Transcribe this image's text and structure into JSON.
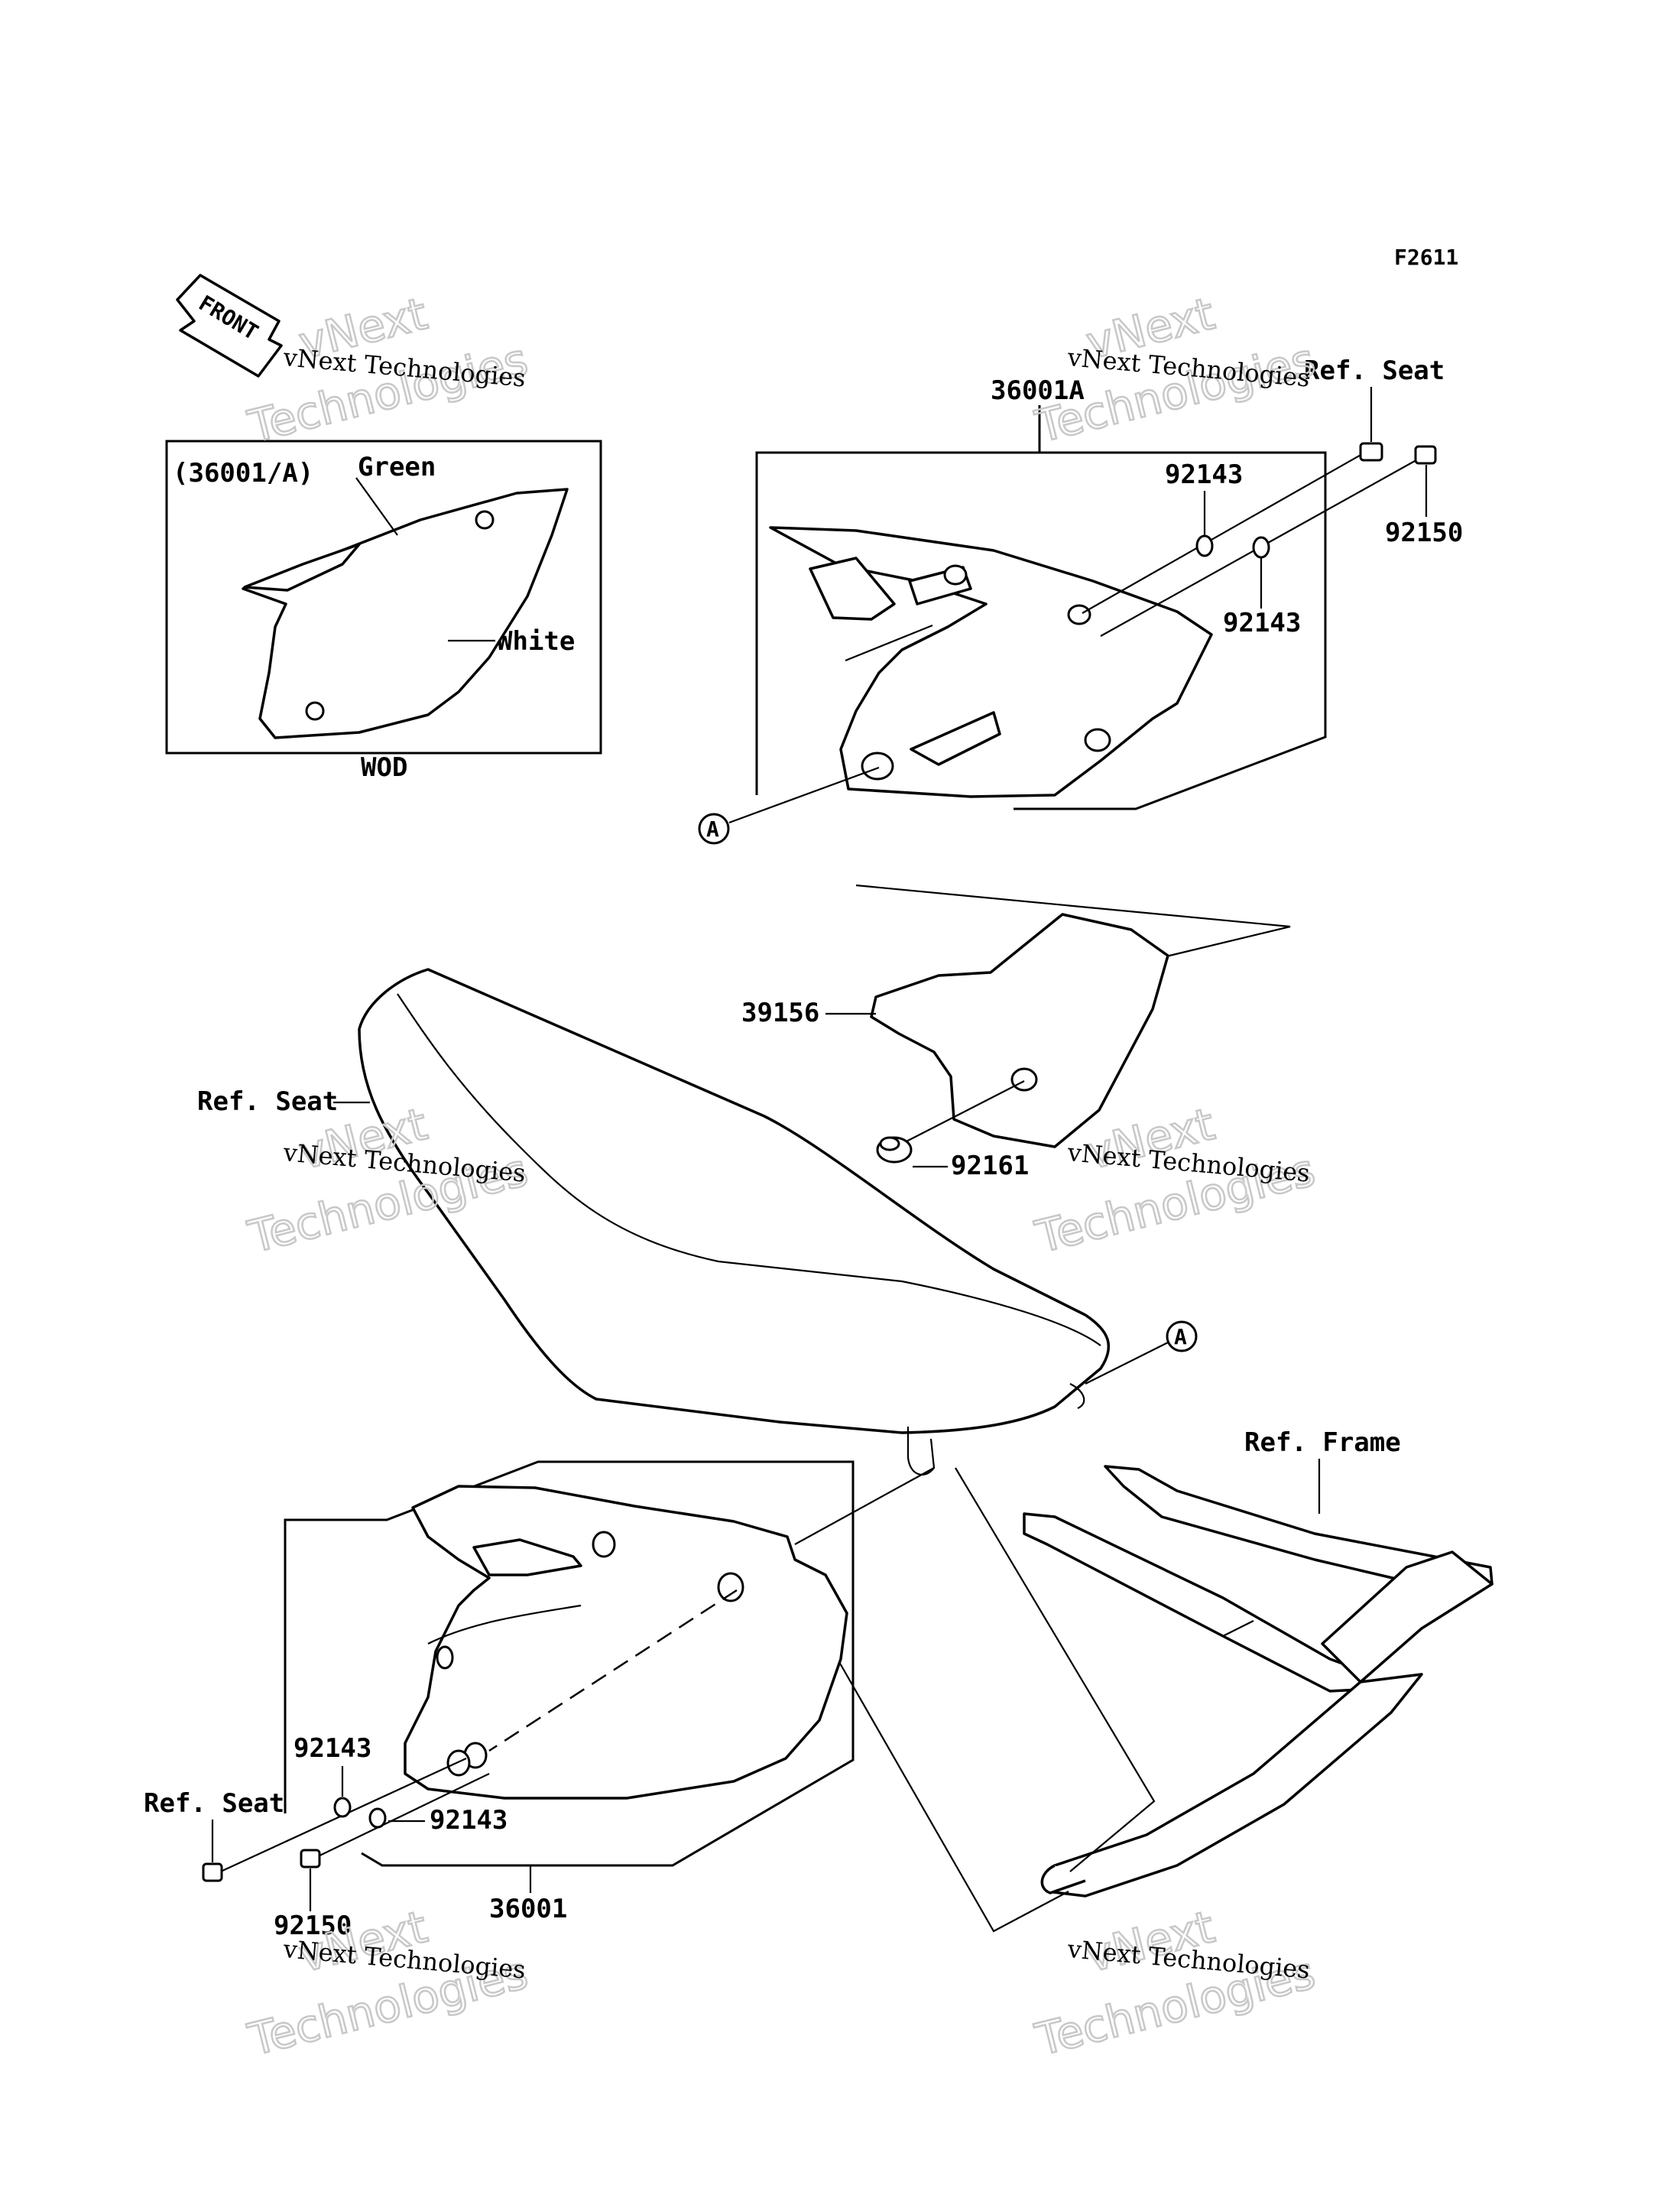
{
  "figure_code": "F2611",
  "direction_arrow": "FRONT",
  "inset": {
    "title": "(36001/A)",
    "color_labels": [
      "Green",
      "White"
    ],
    "variant": "WOD"
  },
  "part_labels": {
    "side_cover_right": "36001A",
    "side_cover_left": "36001",
    "washer_1": "92143",
    "washer_2": "92143",
    "washer_3": "92143",
    "washer_4": "92143",
    "bolt_upper": "92150",
    "bolt_lower": "92150",
    "pad": "39156",
    "damper": "92161"
  },
  "reference_labels": {
    "seat_upper": "Ref. Seat",
    "seat_middle": "Ref. Seat",
    "seat_lower": "Ref. Seat",
    "frame": "Ref. Frame"
  },
  "connectors": {
    "upper": "A",
    "lower": "A"
  },
  "watermark": {
    "line1": "vNext",
    "line2": "vNext Technologies",
    "line3": "Technologies"
  }
}
